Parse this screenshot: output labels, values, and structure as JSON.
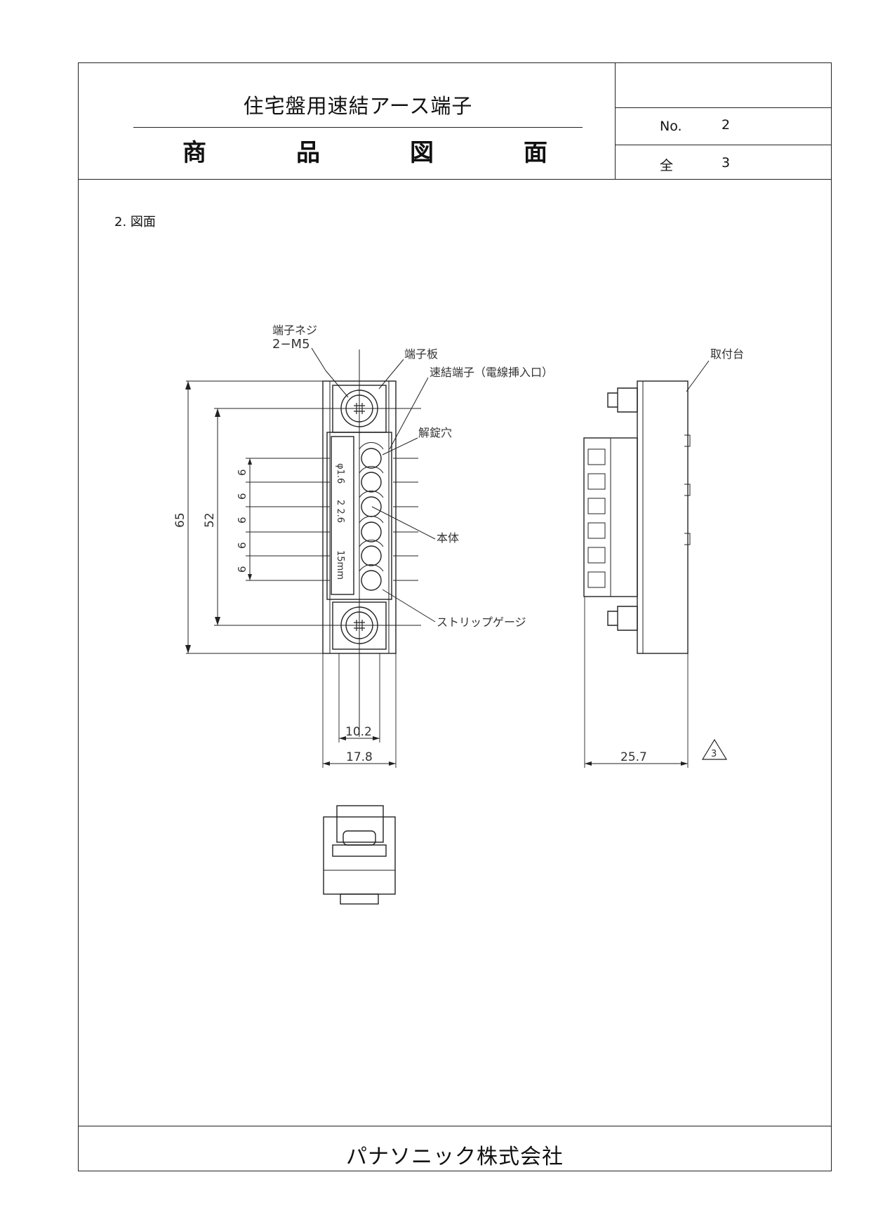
{
  "header": {
    "product_name": "住宅盤用速結アース端子",
    "doc_type_chars": [
      "商",
      "品",
      "図",
      "面"
    ],
    "no_label": "No.",
    "no_value": "2",
    "total_label": "全",
    "total_value": "3"
  },
  "section": {
    "label": "2. 図面"
  },
  "callouts": {
    "terminal_screw": "端子ネジ",
    "terminal_screw_spec": "2−M5",
    "terminal_plate": "端子板",
    "quick_terminal": "速結端子（電線挿入口）",
    "release_hole": "解錠穴",
    "body": "本体",
    "strip_gauge": "ストリップゲージ",
    "mounting_base": "取付台"
  },
  "strip_gauge_text": {
    "diameter": "φ1.6",
    "sizes": "2  2.6",
    "length": "15mm"
  },
  "dimensions": {
    "overall_height": "65",
    "screw_pitch": "52",
    "hole_pitch": "6",
    "screw_width": "10.2",
    "overall_width": "17.8",
    "depth": "25.7",
    "revision_mark": "3"
  },
  "footer": {
    "company": "パナソニック株式会社"
  }
}
